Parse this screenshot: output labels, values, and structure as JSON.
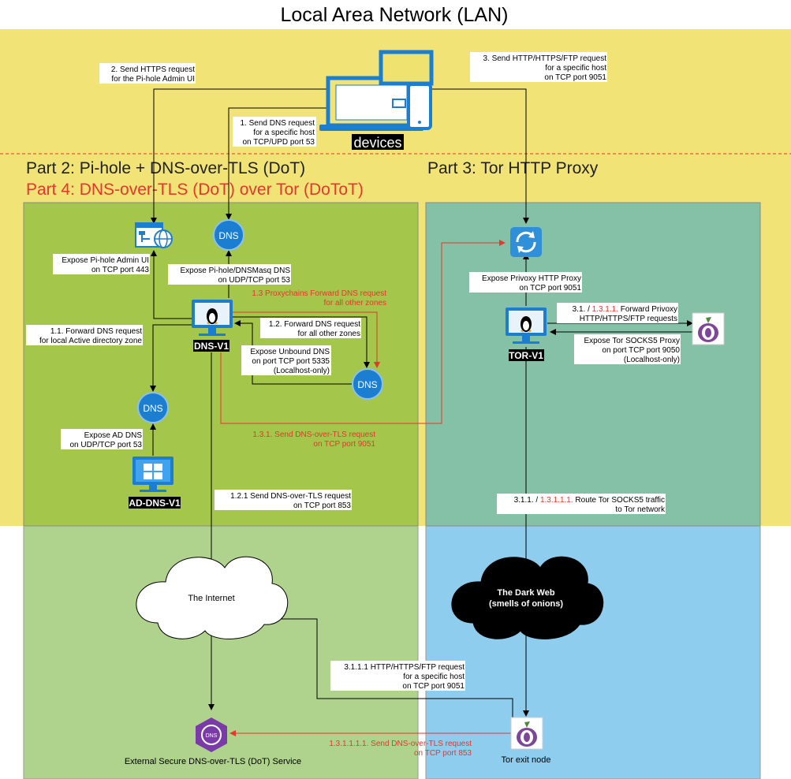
{
  "title": "Local Area Network (LAN)",
  "sections": {
    "part2": "Part 2: Pi-hole + DNS-over-TLS (DoT)",
    "part3": "Part 3: Tor HTTP Proxy",
    "part4": "Part 4: DNS-over-TLS (DoT) over Tor (DoToT)"
  },
  "nodes": {
    "devices": "devices",
    "dns_v1": "DNS-V1",
    "tor_v1": "TOR-V1",
    "ad_dns_v1": "AD-DNS-V1",
    "internet": "The Internet",
    "dark_web_1": "The Dark Web",
    "dark_web_2": "(smells of onions)",
    "tor_exit": "Tor exit node",
    "external_dot": "External Secure DNS-over-TLS (DoT) Service",
    "dns_icon_text": "DNS"
  },
  "labels": {
    "step2": [
      "2. Send HTTPS request",
      "for the Pi-hole Admin UI"
    ],
    "step3": [
      "3. Send HTTP/HTTPS/FTP request",
      "for a specific host",
      "on TCP port 9051"
    ],
    "step1": [
      "1. Send DNS request",
      "for a specific host",
      "on TCP/UPD port 53"
    ],
    "expose_admin": [
      "Expose Pi-hole Admin UI",
      "on TCP port 443"
    ],
    "expose_pihole_dns": [
      "Expose Pi-hole/DNSMasq DNS",
      "on UDP/TCP port 53"
    ],
    "step1_3": [
      "1.3 Proxychains Forward DNS request",
      "for all other zones"
    ],
    "step1_2": [
      "1.2. Forward DNS request",
      "for all other zones"
    ],
    "step1_1": [
      "1.1. Forward DNS request",
      "for local Active directory zone"
    ],
    "expose_unbound": [
      "Expose Unbound DNS",
      "on port TCP port 5335",
      "(Localhost-only)"
    ],
    "expose_ad_dns": [
      "Expose AD DNS",
      "on UDP/TCP port 53"
    ],
    "step1_3_1": [
      "1.3.1. Send DNS-over-TLS request",
      "on TCP port 9051"
    ],
    "step1_2_1": [
      "1.2.1 Send DNS-over-TLS request",
      "on TCP port 853"
    ],
    "expose_privoxy": [
      "Expose Privoxy HTTP Proxy",
      "on TCP port 9051"
    ],
    "step3_1_a": "3.1. / ",
    "step3_1_b": "1.3.1.1.",
    "step3_1_c": " Forward Privoxy",
    "step3_1_d": "HTTP/HTTPS/FTP requests",
    "expose_socks": [
      "Expose Tor SOCKS5 Proxy",
      "on port TCP port 9050",
      "(Localhost-only)"
    ],
    "step3_1_1_a": "3.1.1. / ",
    "step3_1_1_b": "1.3.1.1.1.",
    "step3_1_1_c": " Route Tor SOCKS5 traffic",
    "step3_1_1_d": "to Tor network",
    "step3_1_1_1": [
      "3.1.1.1 HTTP/HTTPS/FTP request",
      "for a specific host",
      "on TCP port 9051"
    ],
    "step1_3_1_1_1": [
      "1.3.1.1.1.1. Send DNS-over-TLS request",
      "on TCP port 853"
    ]
  },
  "colors": {
    "lan_yellow": "#f0e26e",
    "green_box": "#a4c64a",
    "teal_box": "#85c1a6",
    "light_green": "#afd38c",
    "light_blue": "#8ecdee",
    "red": "#e5372c",
    "blue_icon": "#1b7ed1"
  }
}
